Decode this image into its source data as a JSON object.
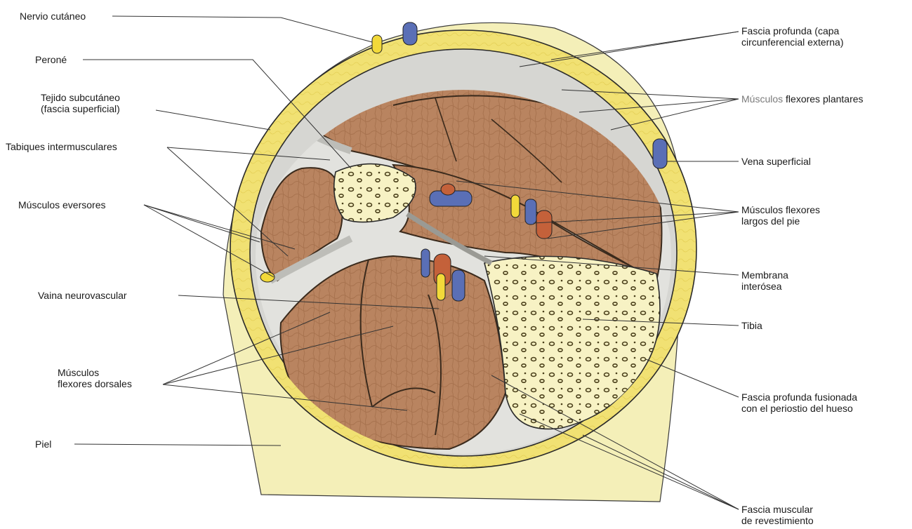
{
  "labels": {
    "nervio_cutaneo": "Nervio cutáneo",
    "perone": "Peroné",
    "tejido_subcutaneo": "Tejido subcutáneo\n(fascia superficial)",
    "tabiques_intermusculares": "Tabiques intermusculares",
    "musculos_eversores": "Músculos eversores",
    "vaina_neurovascular": "Vaina neurovascular",
    "musculos_flexores_dorsales": "Músculos\nflexores dorsales",
    "piel": "Piel",
    "fascia_profunda": "Fascia profunda (capa\ncircunferencial externa)",
    "musculos_flexores_plantares_a": "Músculos",
    "musculos_flexores_plantares_b": " flexores plantares",
    "vena_superficial": "Vena superficial",
    "musculos_flexores_largos": "Músculos flexores\nlargos del pie",
    "membrana_interosea": "Membrana\ninterósea",
    "tibia": "Tibia",
    "fascia_profunda_fusionada": "Fascia profunda fusionada\ncon el periostio del hueso",
    "fascia_muscular": "Fascia muscular\nde revestimiento"
  },
  "colors": {
    "skin": "#f4efb8",
    "subcutaneous": "#f1e173",
    "fascia": "#d6d6d2",
    "muscle": "#b98460",
    "muscle_dark": "#8e5b3c",
    "bone": "#f7f2c4",
    "vein": "#5a6fb6",
    "artery": "#c4613a",
    "nerve": "#f2d93a",
    "leader": "#333333"
  }
}
